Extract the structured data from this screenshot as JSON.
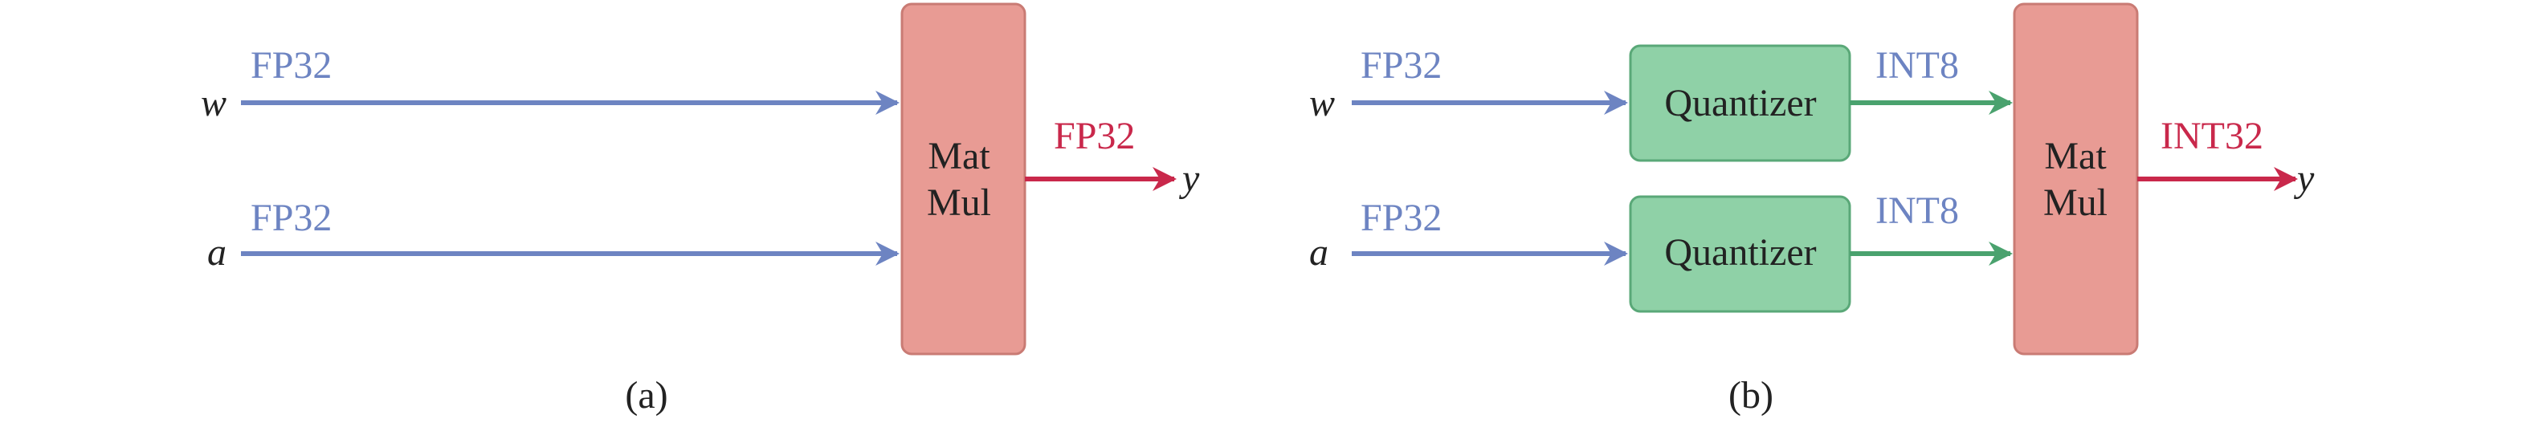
{
  "colors": {
    "fp32": "#6d84c2",
    "int8": "#4aa26e",
    "output": "#c9284b",
    "matmul_fill": "#e89b94",
    "matmul_stroke": "#c97b74",
    "quantizer_fill": "#8fd1a7",
    "quantizer_stroke": "#5aa878"
  },
  "panel_a": {
    "caption": "(a)",
    "input_w": {
      "var": "w",
      "dtype": "FP32"
    },
    "input_a": {
      "var": "a",
      "dtype": "FP32"
    },
    "matmul": {
      "line1": "Mat",
      "line2": "Mul"
    },
    "output": {
      "var": "y",
      "dtype": "FP32"
    }
  },
  "panel_b": {
    "caption": "(b)",
    "input_w": {
      "var": "w",
      "dtype": "FP32"
    },
    "input_a": {
      "var": "a",
      "dtype": "FP32"
    },
    "quantizer_w": {
      "label": "Quantizer",
      "out_dtype": "INT8"
    },
    "quantizer_a": {
      "label": "Quantizer",
      "out_dtype": "INT8"
    },
    "matmul": {
      "line1": "Mat",
      "line2": "Mul"
    },
    "output": {
      "var": "y",
      "dtype": "INT32"
    }
  }
}
